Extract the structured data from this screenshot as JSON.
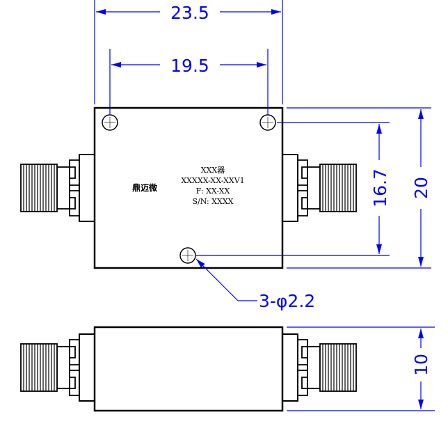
{
  "colors": {
    "dimension": "#0000ff",
    "outline": "#000000",
    "background": "#ffffff"
  },
  "dimensions": {
    "overall_width": "23.5",
    "hole_spacing": "19.5",
    "hole_vertical": "16.7",
    "overall_height": "20",
    "thickness": "10",
    "hole_callout": "3-φ2.2"
  },
  "label": {
    "logo": "鼎迈微",
    "line1": "XXX器",
    "line2": "XXXXX-XX-XXV1",
    "line3": "F: XX-XX",
    "line4": "S/N: XXXX"
  },
  "icons": {
    "connector": "sma-connector-icon",
    "hole": "mounting-hole-icon"
  }
}
